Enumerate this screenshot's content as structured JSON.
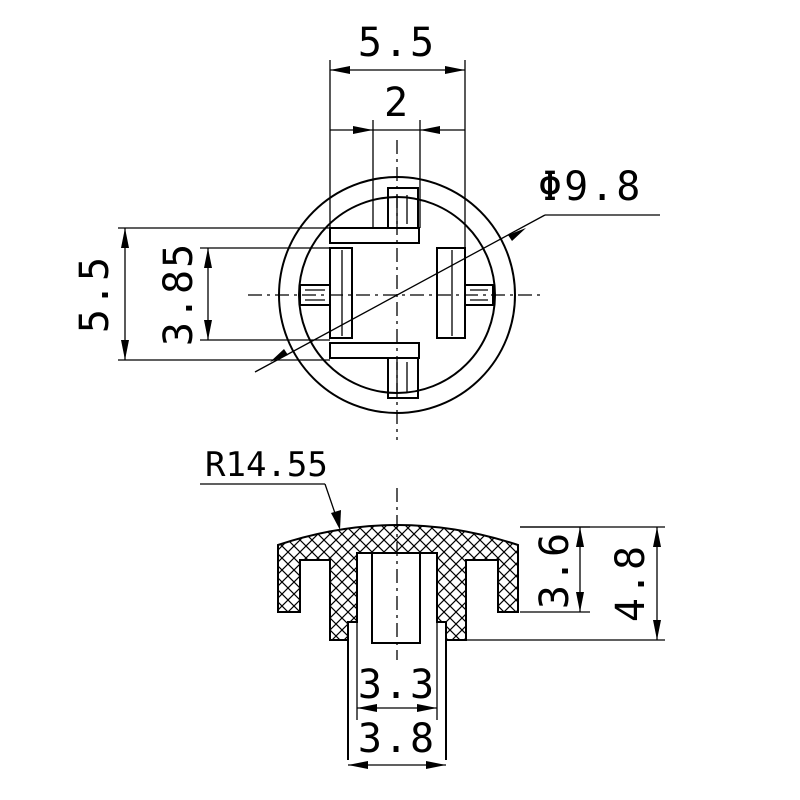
{
  "drawing": {
    "top_view": {
      "width_outer": "5.5",
      "width_inner": "2",
      "diameter": "Φ9.8",
      "height_outer": "5.5",
      "height_inner": "3.85"
    },
    "side_view": {
      "radius": "R14.55",
      "height_body": "3.6",
      "height_total": "4.8",
      "stem_inner": "3.3",
      "stem_outer": "3.8"
    }
  }
}
